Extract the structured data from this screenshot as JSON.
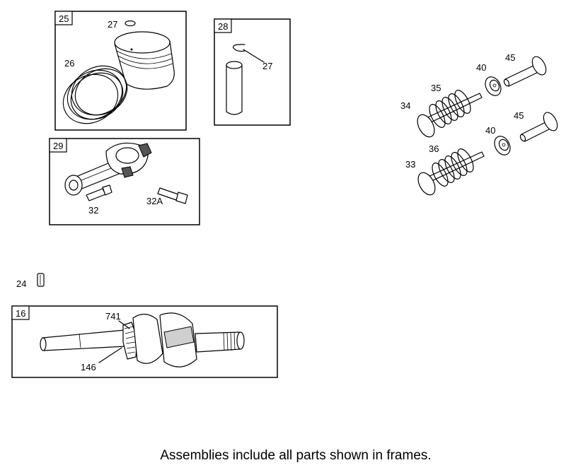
{
  "frames": [
    {
      "id": "25",
      "labels": [
        "27",
        "26"
      ]
    },
    {
      "id": "28",
      "labels": [
        "27"
      ]
    },
    {
      "id": "29",
      "labels": [
        "32",
        "32A"
      ]
    },
    {
      "id": "16",
      "labels": [
        "741",
        "146"
      ]
    }
  ],
  "loose_parts": [
    "24",
    "34",
    "35",
    "40",
    "45",
    "33",
    "36",
    "40",
    "45"
  ],
  "caption": "Assemblies include all parts shown in frames."
}
